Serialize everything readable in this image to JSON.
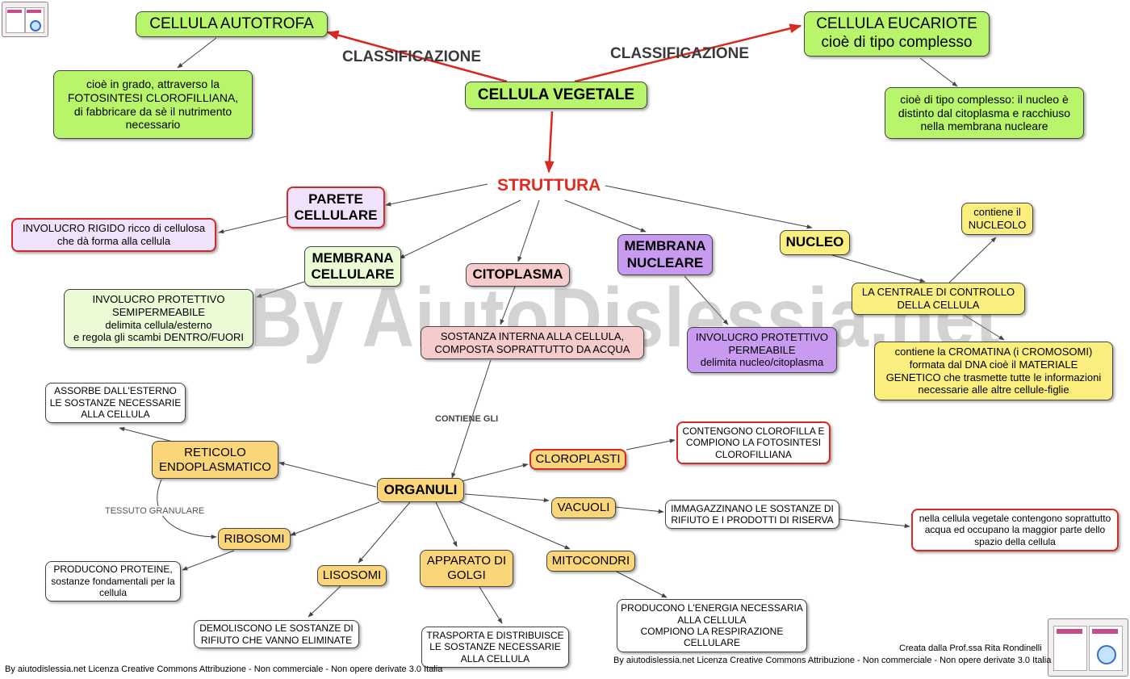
{
  "center": "CELLULA VEGETALE",
  "classificazione_left": "CLASSIFICAZIONE",
  "classificazione_right": "CLASSIFICAZIONE",
  "autotrofa": {
    "title": "CELLULA AUTOTROFA",
    "desc": "cioè in grado, attraverso la\nFOTOSINTESI CLOROFILLIANA,\ndi fabbricare da sè il nutrimento\nnecessario"
  },
  "eucariote": {
    "title": "CELLULA EUCARIOTE\ncioè di tipo complesso",
    "desc": "cioè di tipo complesso: il nucleo è\ndistinto dal citoplasma e racchiuso\nnella membrana nucleare"
  },
  "struttura": "STRUTTURA",
  "parete": {
    "title": "PARETE\nCELLULARE",
    "desc": "INVOLUCRO RIGIDO ricco di cellulosa\nche dà forma alla cellula"
  },
  "membrana_cellulare": {
    "title": "MEMBRANA\nCELLULARE",
    "desc": "INVOLUCRO PROTETTIVO\nSEMIPERMEABILE\ndelimita cellula/esterno\ne regola gli scambi DENTRO/FUORI"
  },
  "citoplasma": {
    "title": "CITOPLASMA",
    "desc": "SOSTANZA INTERNA ALLA CELLULA,\nCOMPOSTA SOPRATTUTTO DA ACQUA"
  },
  "membrana_nucleare": {
    "title": "MEMBRANA\nNUCLEARE",
    "desc": "INVOLUCRO PROTETTIVO\nPERMEABILE\ndelimita nucleo/citoplasma"
  },
  "nucleo": {
    "title": "NUCLEO",
    "centrale": "LA CENTRALE DI CONTROLLO\nDELLA CELLULA",
    "nucleolo": "contiene il\nNUCLEOLO",
    "cromatina": "contiene la CROMATINA (i CROMOSOMI)\nformata dal DNA cioè il MATERIALE\nGENETICO che trasmette tutte le informazioni\nnecessarie alle altre cellule-figlie"
  },
  "contiene_gli": "CONTIENE GLI",
  "organuli": "ORGANULI",
  "reticolo": {
    "title": "RETICOLO\nENDOPLASMATICO",
    "desc": "ASSORBE DALL'ESTERNO\nLE SOSTANZE NECESSARIE\nALLA CELLULA"
  },
  "tessuto_granulare": "TESSUTO GRANULARE",
  "ribosomi": {
    "title": "RIBOSOMI",
    "desc": "PRODUCONO PROTEINE,\nsostanze fondamentali per la\ncellula"
  },
  "cloroplasti": {
    "title": "CLOROPLASTI",
    "desc": "CONTENGONO CLOROFILLA E\nCOMPIONO LA FOTOSINTESI\nCLOROFILLIANA"
  },
  "vacuoli": {
    "title": "VACUOLI",
    "desc": "IMMAGAZZINANO LE SOSTANZE DI\nRIFIUTO E I PRODOTTI DI RISERVA",
    "note": "nella cellula vegetale contengono soprattutto\nacqua ed occupano la maggior parte dello\nspazio della cellula"
  },
  "lisosomi": {
    "title": "LISOSOMI",
    "desc": "DEMOLISCONO LE SOSTANZE DI\nRIFIUTO CHE VANNO ELIMINATE"
  },
  "golgi": {
    "title": "APPARATO DI\nGOLGI",
    "desc": "TRASPORTA E DISTRIBUISCE\nLE SOSTANZE NECESSARIE\nALLA CELLULA"
  },
  "mitocondri": {
    "title": "MITOCONDRI",
    "desc": "PRODUCONO L'ENERGIA NECESSARIA\nALLA CELLULA\nCOMPIONO LA RESPIRAZIONE\nCELLULARE"
  },
  "watermark": "By AiutoDislessia.net",
  "footer_left": "By aiutodislessia.net Licenza Creative Commons Attribuzione - Non commerciale - Non opere derivate 3.0 Italia",
  "footer_author": "Creata dalla Prof.ssa Rita Rondinelli",
  "footer_right": "By aiutodislessia.net Licenza Creative Commons Attribuzione - Non commerciale - Non opere derivate 3.0 Italia",
  "colors": {
    "red_arrow": "#d9281f",
    "struttura": "#e02b20",
    "line": "#444444"
  }
}
